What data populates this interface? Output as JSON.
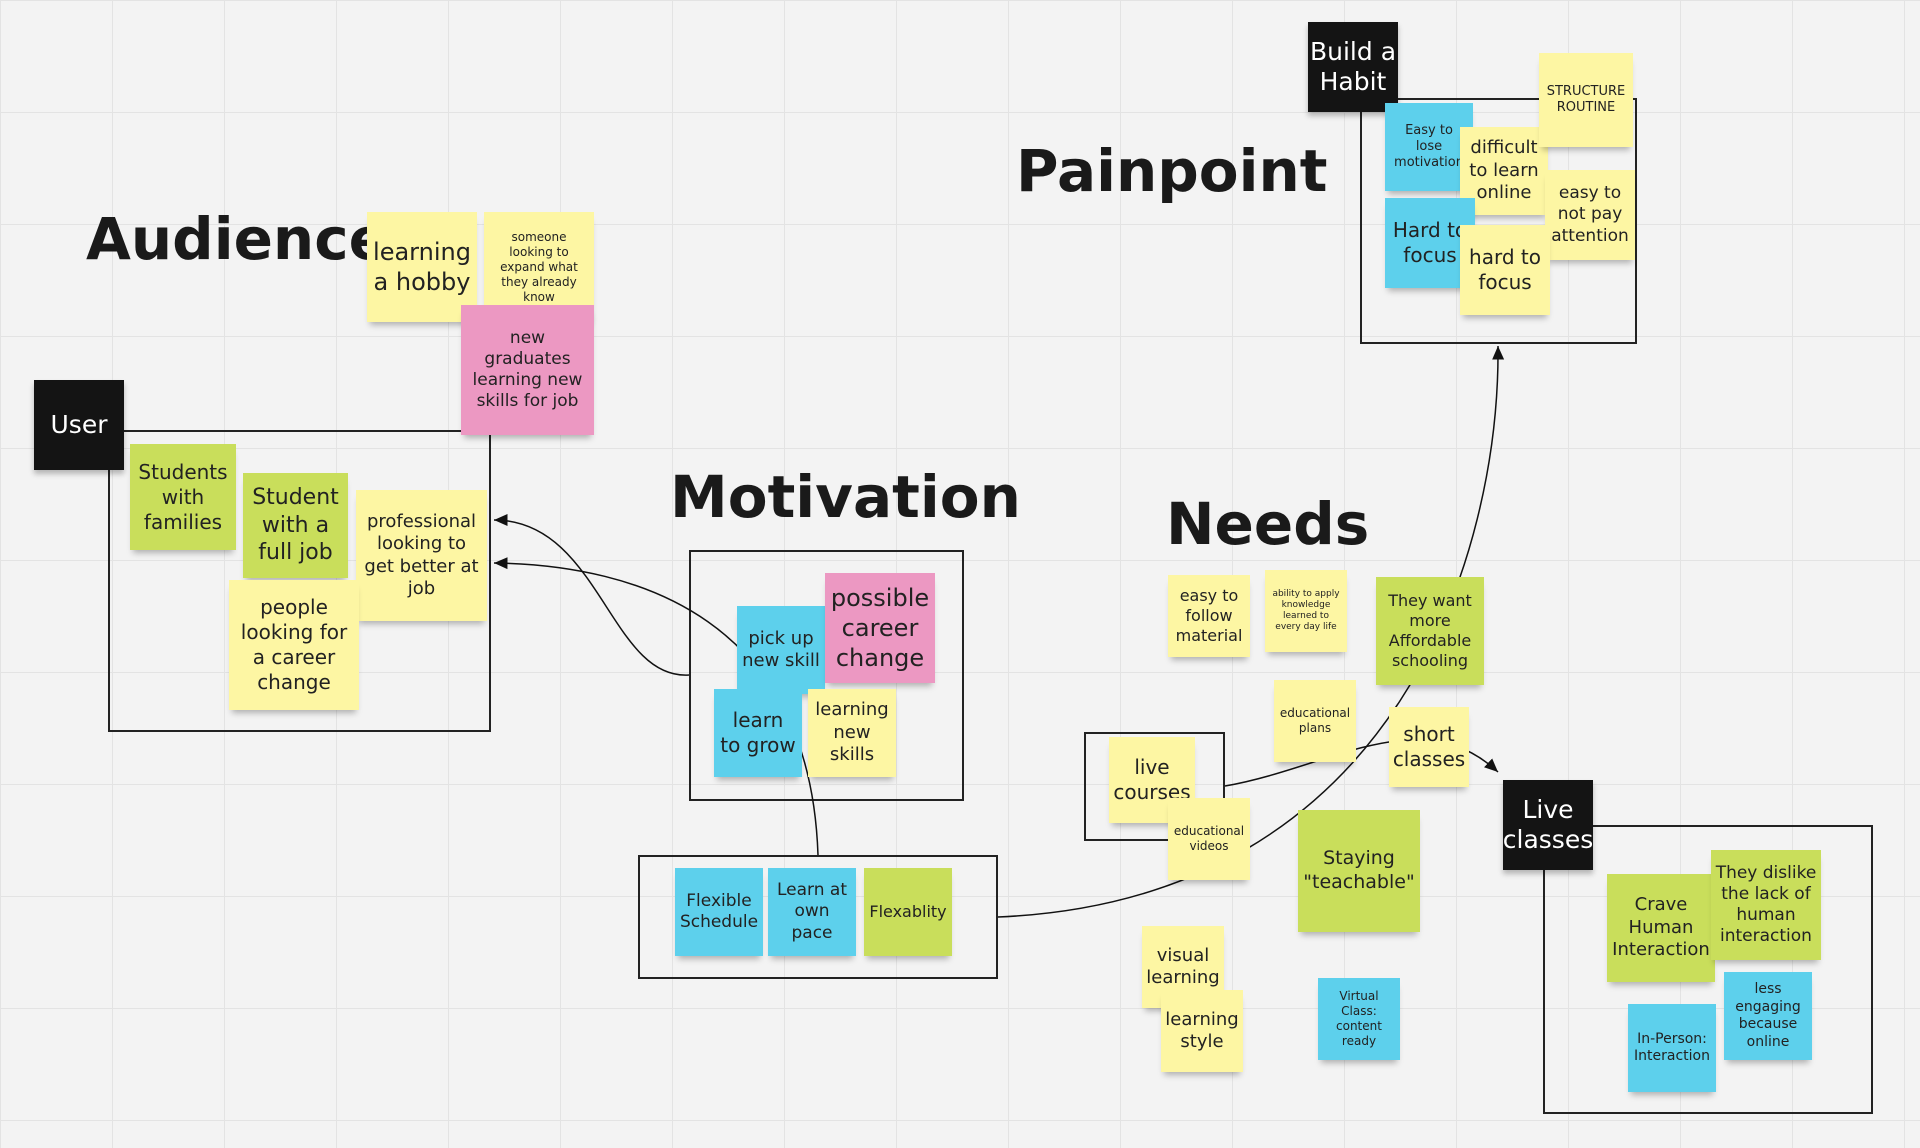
{
  "headings": {
    "audience": "Audience",
    "motivation": "Motivation",
    "painpoint": "Painpoint",
    "needs": "Needs"
  },
  "tags": {
    "user": "User",
    "build_habit": "Build a\nHabit",
    "live_classes": "Live\nclasses"
  },
  "notes": {
    "learning_hobby": "learning\na hobby",
    "someone_expand": "someone\nlooking to\nexpand what\nthey already\nknow",
    "new_graduates": "new\ngraduates\nlearning new\nskills for job",
    "students_families": "Students\nwith\nfamilies",
    "student_full_job": "Student\nwith a\nfull job",
    "professional": "professional\nlooking to\nget better at\njob",
    "career_change_people": "people\nlooking for\na career\nchange",
    "pick_up_skill": "pick up\nnew skill",
    "possible_career_change": "possible\ncareer\nchange",
    "learn_to_grow": "learn\nto grow",
    "learning_new_skills": "learning\nnew\nskills",
    "flexible_schedule": "Flexible\nSchedule",
    "learn_own_pace": "Learn at\nown\npace",
    "flexability": "Flexablity",
    "easy_to_lose": "Easy to\nlose\nmotivation",
    "difficult_online": "difficult\nto learn\nonline",
    "structure_routine": "STRUCTURE\nROUTINE",
    "easy_not_attention": "easy to\nnot pay\nattention",
    "hard_focus_blue": "Hard to\nfocus",
    "hard_focus_yellow": "hard to\nfocus",
    "easy_to_follow": "easy to\nfollow\nmaterial",
    "ability_apply": "ability to apply\nknowledge\nlearned to\nevery day life",
    "affordable": "They  want\nmore\nAffordable\nschooling",
    "educational_plans": "educational\nplans",
    "short_classes": "short\nclasses",
    "live_courses": "live\ncourses",
    "educational_videos": "educational\nvideos",
    "staying_teachable": "Staying\n\"teachable\"",
    "visual_learning": "visual\nlearning",
    "learning_style": "learning\nstyle",
    "virtual_class": "Virtual\nClass:\ncontent\nready",
    "crave_human": "Crave\nHuman\nInteraction",
    "dislike_lack": "They dislike\nthe lack of\nhuman\ninteraction",
    "less_engaging": "less\nengaging\nbecause\nonline",
    "in_person": "In-Person:\nInteraction"
  },
  "colors": {
    "yellow": "#fdf6a3",
    "green": "#c9de5b",
    "blue": "#5dd0ec",
    "pink": "#ec98c2",
    "tag": "#141414",
    "background": "#f3f3f3"
  }
}
